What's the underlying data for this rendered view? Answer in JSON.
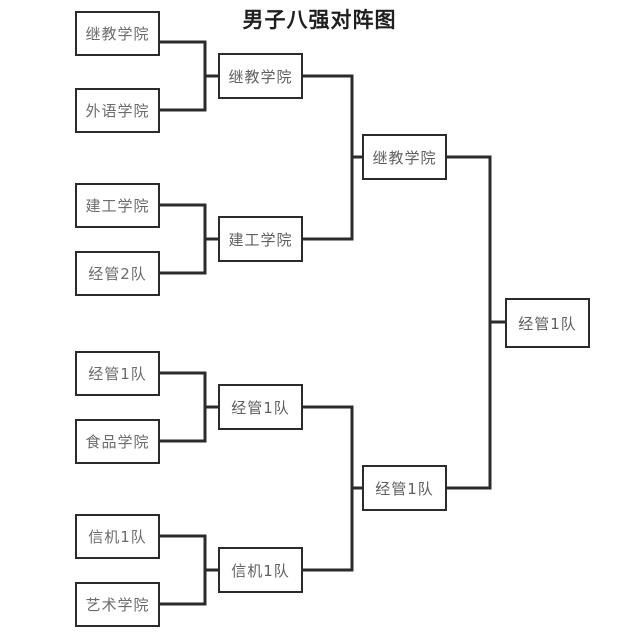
{
  "diagram": {
    "title": "男子八强对阵图",
    "type": "single-elimination-bracket",
    "line_color": "#2b2b2b",
    "box_fill": "#ffffff",
    "text_color": "#5f5f5f"
  },
  "rounds": [
    {
      "name": "round-of-8",
      "entries": [
        {
          "label": "继教学院"
        },
        {
          "label": "外语学院"
        },
        {
          "label": "建工学院"
        },
        {
          "label": "经管2队"
        },
        {
          "label": "经管1队"
        },
        {
          "label": "食品学院"
        },
        {
          "label": "信机1队"
        },
        {
          "label": "艺术学院"
        }
      ]
    },
    {
      "name": "quarter-final-winners",
      "entries": [
        {
          "label": "继教学院"
        },
        {
          "label": "建工学院"
        },
        {
          "label": "经管1队"
        },
        {
          "label": "信机1队"
        }
      ]
    },
    {
      "name": "semi-final-winners",
      "entries": [
        {
          "label": "继教学院"
        },
        {
          "label": "经管1队"
        }
      ]
    },
    {
      "name": "champion",
      "entries": [
        {
          "label": "经管1队"
        }
      ]
    }
  ]
}
